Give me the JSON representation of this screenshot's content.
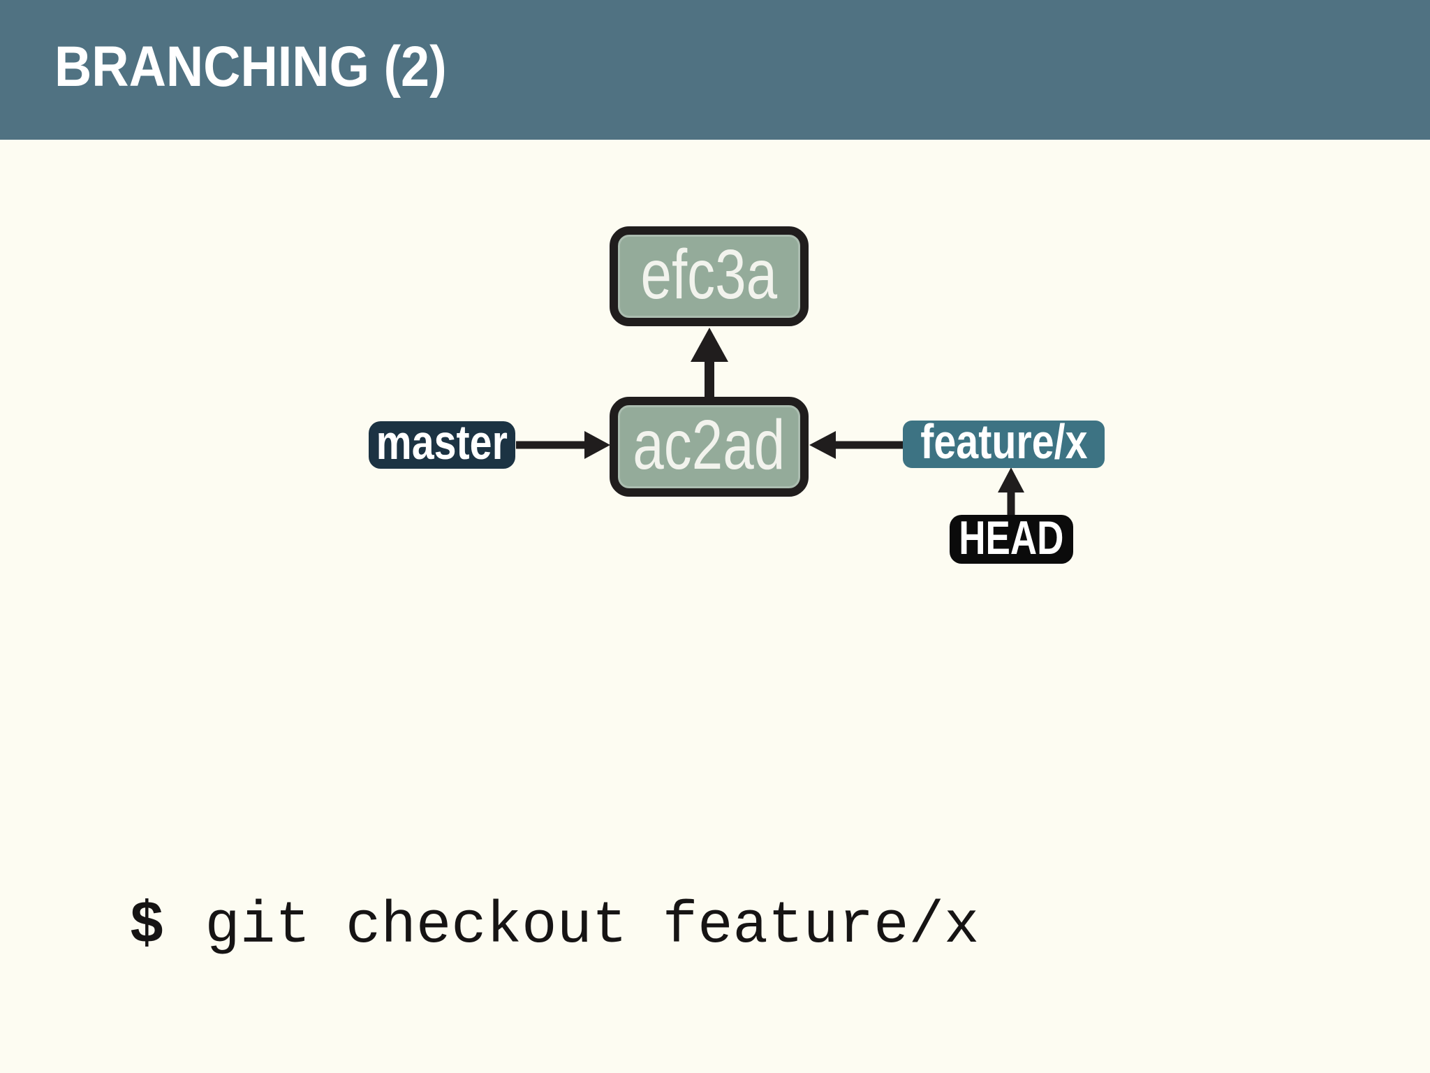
{
  "slide": {
    "title": "BRANCHING (2)"
  },
  "diagram": {
    "commits": [
      {
        "id": "efc3a"
      },
      {
        "id": "ac2ad"
      }
    ],
    "branches": [
      {
        "name": "master"
      },
      {
        "name": "feature/x"
      }
    ],
    "head": {
      "name": "HEAD"
    },
    "edges": [
      {
        "from": "ac2ad",
        "to": "efc3a"
      },
      {
        "from": "master",
        "to": "ac2ad"
      },
      {
        "from": "feature/x",
        "to": "ac2ad"
      },
      {
        "from": "HEAD",
        "to": "feature/x"
      }
    ]
  },
  "terminal": {
    "prompt": "$",
    "command": "git checkout feature/x"
  },
  "colors": {
    "header_bg": "#507282",
    "slide_bg": "#fdfcf2",
    "commit_fill": "#94ab9a",
    "commit_text": "#f2f3ed",
    "outline": "#201d1d",
    "master_bg": "#1c3343",
    "feature_bg": "#3d7383",
    "head_bg": "#0b0b0b",
    "title_text": "#ffffff",
    "command_text": "#161414"
  }
}
